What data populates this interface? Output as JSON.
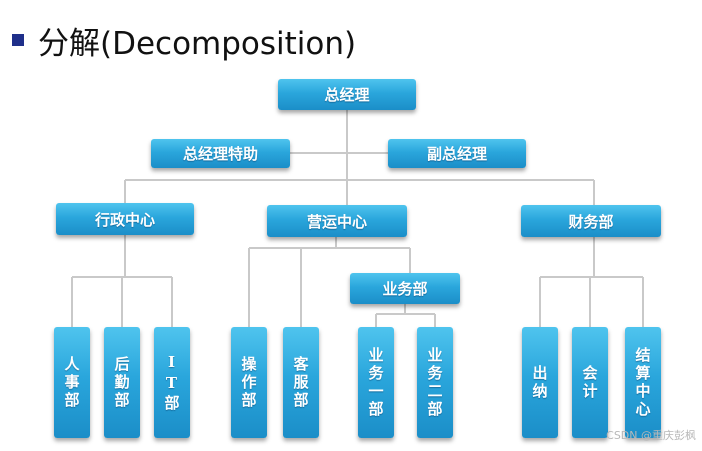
{
  "title": "分解(Decomposition)",
  "nodes": {
    "ceo": "总经理",
    "ceo_assistant": "总经理特助",
    "deputy_ceo": "副总经理",
    "admin_center": "行政中心",
    "ops_center": "营运中心",
    "finance_dept": "财务部",
    "business_dept": "业务部",
    "hr_dept": "人事部",
    "logistics_dept": "后勤部",
    "it_dept": "IT部",
    "operation_dept": "操作部",
    "customer_dept": "客服部",
    "business_one": "业务一部",
    "business_two": "业务二部",
    "cashier": "出纳",
    "accounting": "会计",
    "settlement_center": "结算中心"
  },
  "watermark": "CSDN @重庆彭枫",
  "colors": {
    "box_top": "#4fc4ee",
    "box_bottom": "#1b8ec8",
    "line": "#c9c9c9",
    "bullet": "#1f2f8a"
  }
}
